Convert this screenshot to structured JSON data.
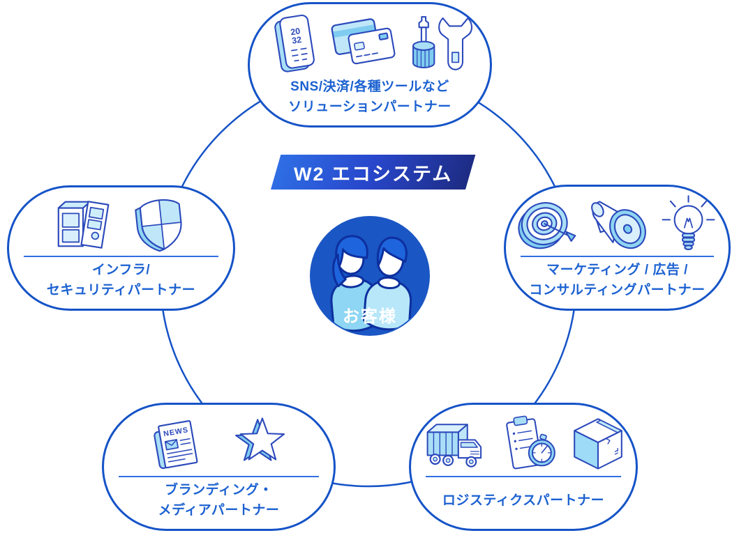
{
  "banner": {
    "label": "W2 エコシステム"
  },
  "center": {
    "label": "お客様"
  },
  "bubbles": [
    {
      "id": "solution-partner",
      "position": "top",
      "lines": [
        "SNS/決済/各種ツールなど",
        "ソリューションパートナー"
      ],
      "divider": false,
      "icons": [
        "smartphone-icon",
        "credit-cards-icon",
        "screwdriver-wrench-icon"
      ]
    },
    {
      "id": "marketing-partner",
      "position": "right",
      "lines": [
        "マーケティング / 広告 /",
        "コンサルティングパートナー"
      ],
      "divider": true,
      "icons": [
        "target-icon",
        "megaphone-icon",
        "lightbulb-icon"
      ]
    },
    {
      "id": "infra-partner",
      "position": "left",
      "lines": [
        "インフラ/",
        "セキュリティパートナー"
      ],
      "divider": true,
      "icons": [
        "server-cabinet-icon",
        "shield-icon"
      ]
    },
    {
      "id": "branding-partner",
      "position": "bottom-left",
      "lines": [
        "ブランディング・",
        "メディアパートナー"
      ],
      "divider": true,
      "icons": [
        "newspaper-icon",
        "star-icon"
      ]
    },
    {
      "id": "logistics-partner",
      "position": "bottom-right",
      "lines": [
        "ロジスティクスパートナー"
      ],
      "divider": true,
      "icons": [
        "truck-icon",
        "clipboard-stopwatch-icon",
        "package-box-icon"
      ]
    }
  ],
  "icon_text": {
    "phone_line1": "20",
    "phone_line2": "32",
    "news": "NEWS"
  },
  "colors": {
    "ring": "#1553c7",
    "bubble_border": "#1553c7",
    "bubble_fill": "#ffffff",
    "label_text": "#1b61d1",
    "divider": "#2f6ee4",
    "banner_gradient_start": "#2f6fe5",
    "banner_gradient_end": "#1d2b82",
    "banner_text": "#ffffff",
    "center_circle": "#1a56c4",
    "center_text": "#ffffff",
    "icon_outline": "#2b49bb",
    "icon_light_blue": "#a9def7",
    "icon_pale_blue": "#d9f0fc",
    "icon_mid_blue": "#7fccf0"
  }
}
